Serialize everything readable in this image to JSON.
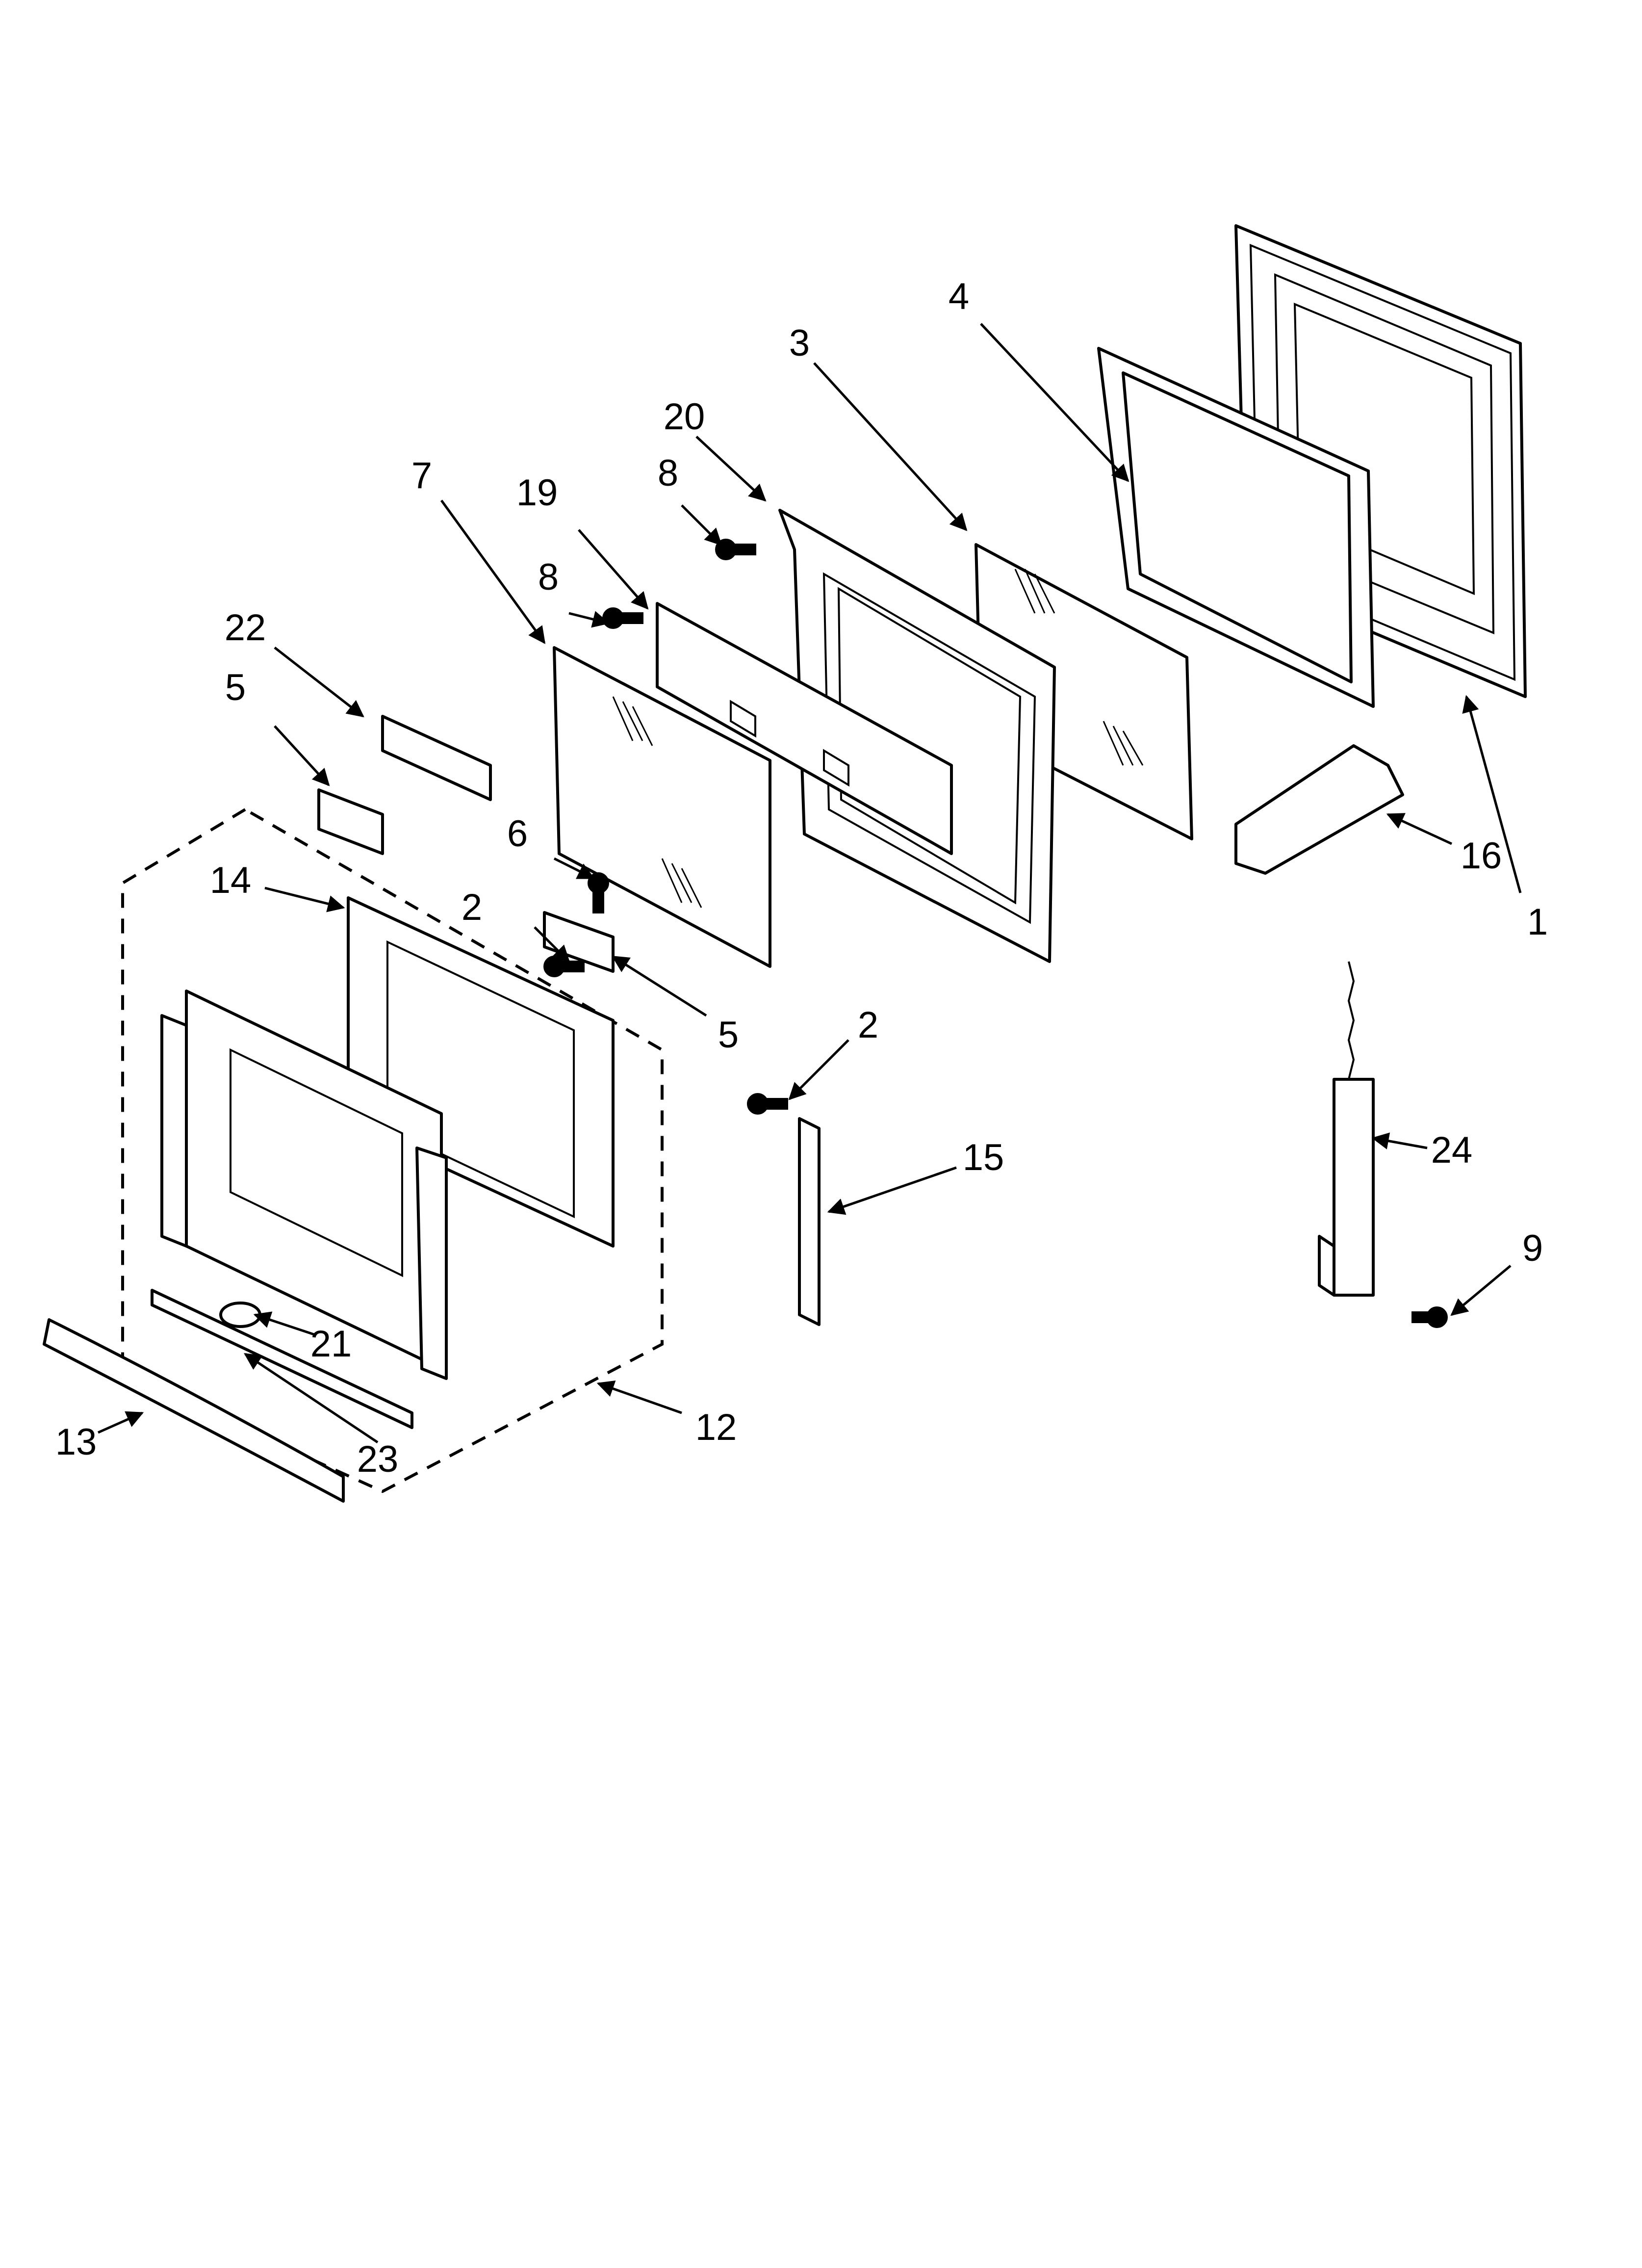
{
  "callouts": [
    "1",
    "2",
    "2",
    "3",
    "4",
    "5",
    "5",
    "6",
    "7",
    "8",
    "8",
    "9",
    "12",
    "13",
    "14",
    "15",
    "16",
    "19",
    "20",
    "21",
    "22",
    "23",
    "24"
  ]
}
